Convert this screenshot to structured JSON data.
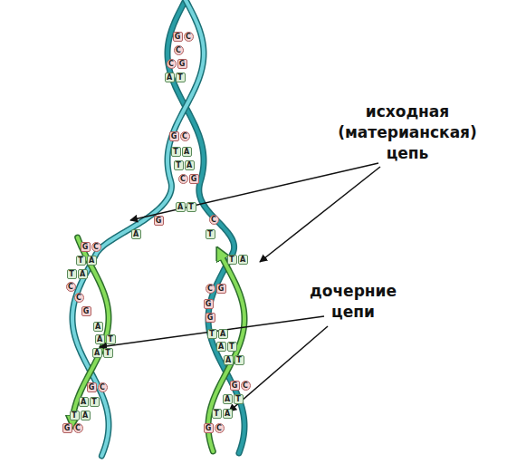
{
  "diagram": {
    "labels": [
      "исходная (материанская) цепь",
      "дочерние цепи",
      "G",
      "C",
      "C",
      "C",
      "G",
      "A",
      "T",
      "G",
      "C",
      "T",
      "A",
      "T",
      "A",
      "C",
      "G",
      "A",
      "T",
      "G",
      "C",
      "A",
      "T",
      "G",
      "C",
      "T",
      "A",
      "T",
      "A",
      "C",
      "C",
      "G",
      "A",
      "A",
      "T",
      "A",
      "T",
      "G",
      "C",
      "A",
      "T",
      "T",
      "A",
      "G",
      "C",
      "T",
      "A",
      "C",
      "G",
      "G",
      "G",
      "T",
      "A",
      "A",
      "T",
      "A",
      "T",
      "G",
      "C",
      "A",
      "T",
      "T",
      "A",
      "G",
      "C"
    ]
  }
}
